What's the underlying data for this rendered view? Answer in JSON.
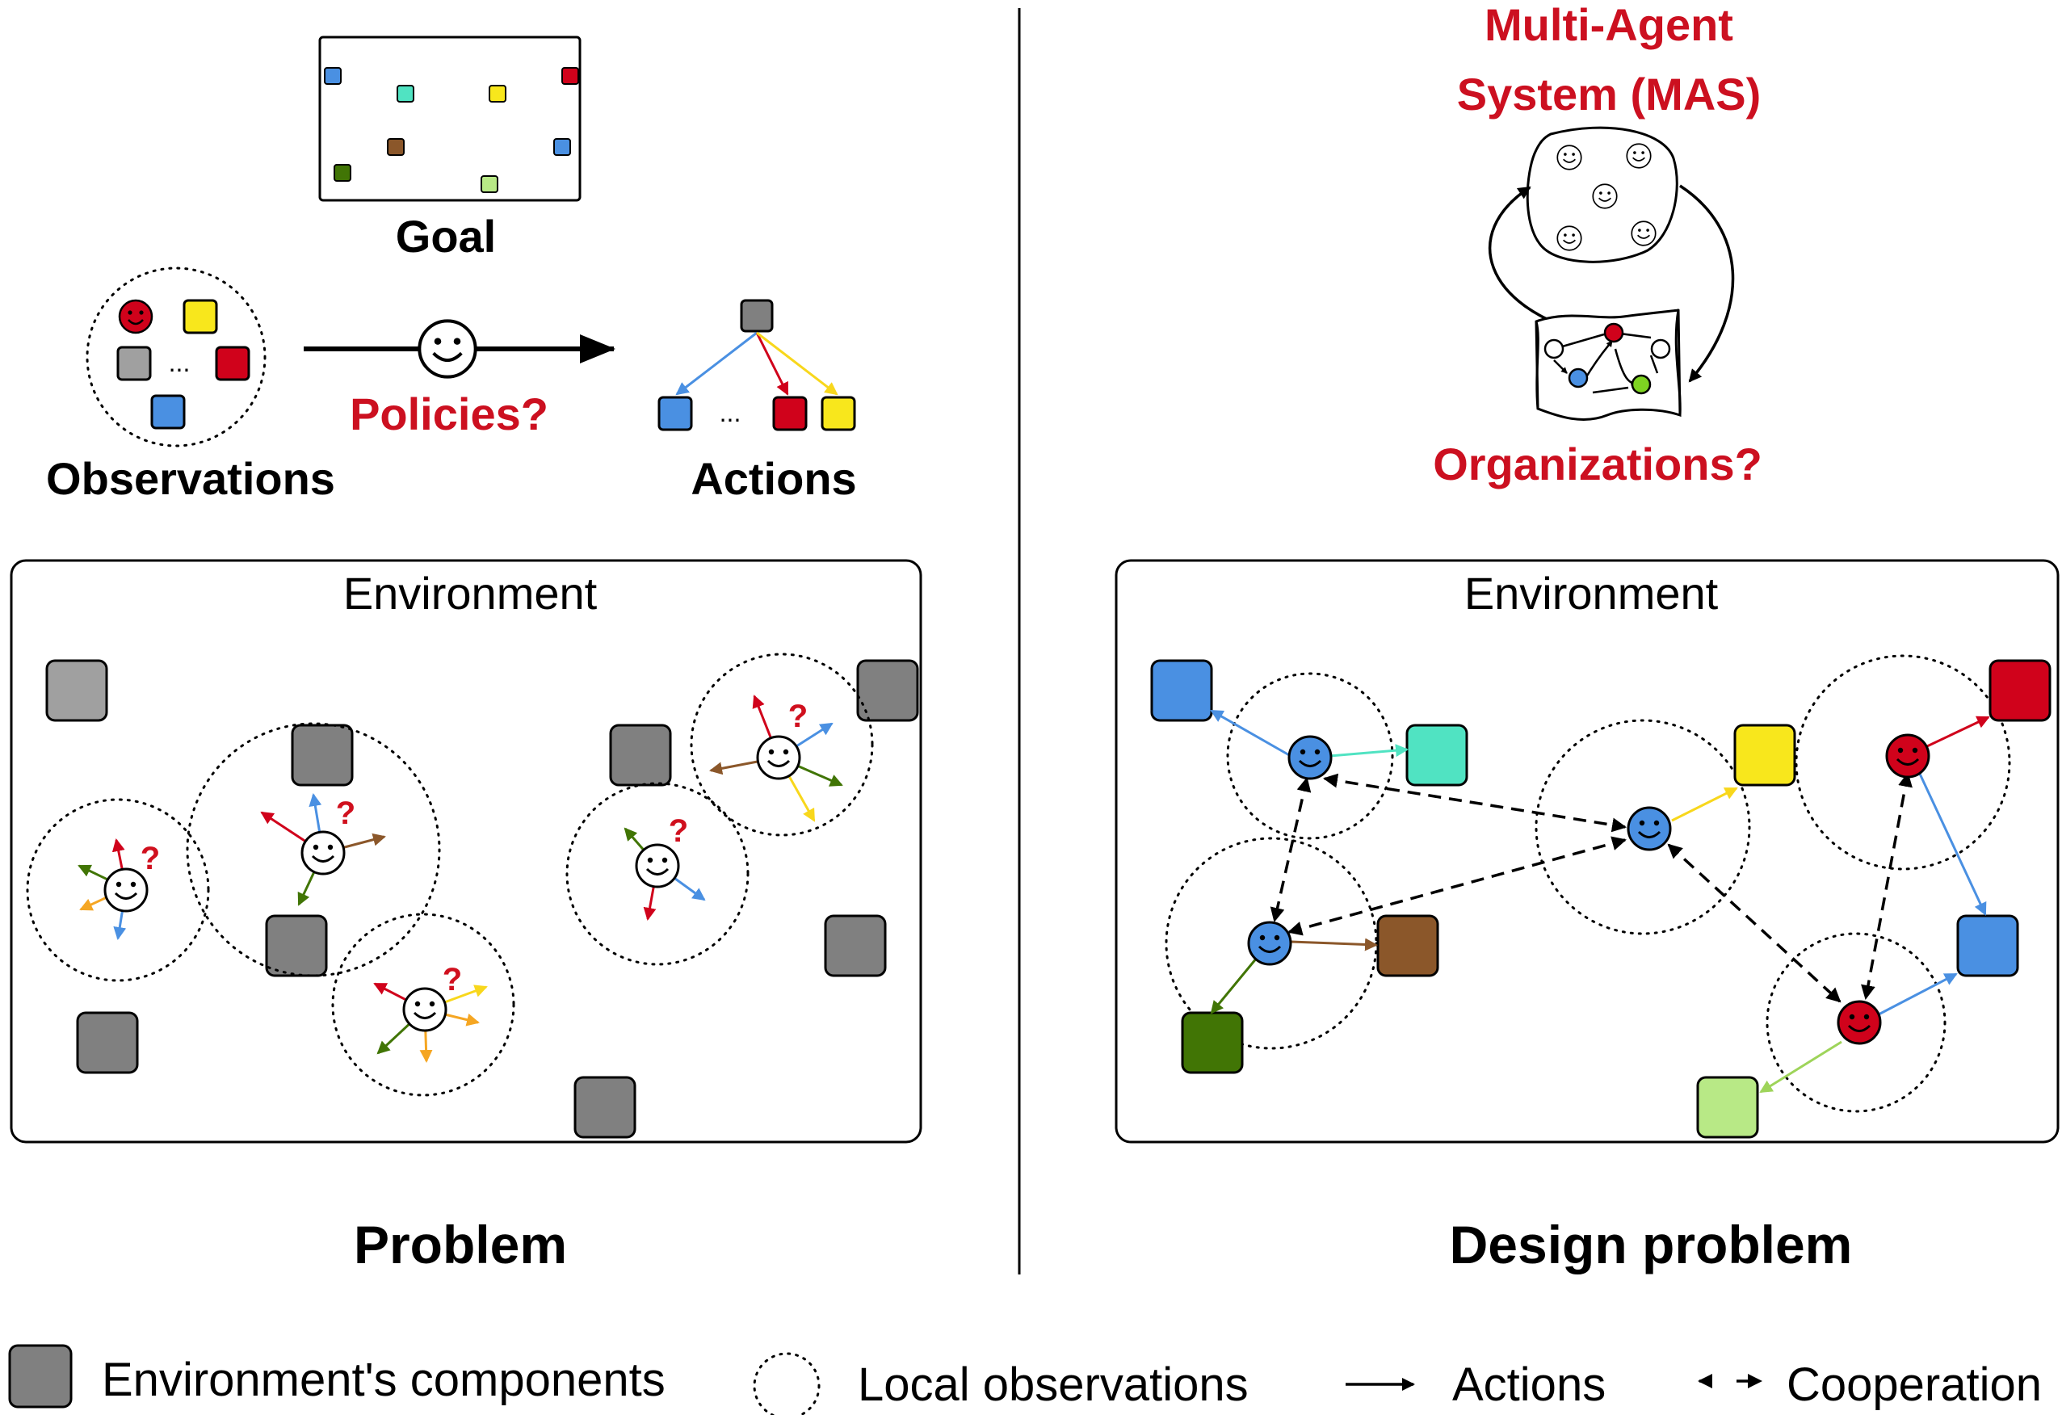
{
  "left": {
    "goal_label": "Goal",
    "observations_label": "Observations",
    "policies_label": "Policies?",
    "actions_label": "Actions",
    "ellipsis": "...",
    "environment_label": "Environment",
    "caption": "Problem",
    "question_mark": "?"
  },
  "right": {
    "mas_title_line1": "Multi-Agent",
    "mas_title_line2": "System (MAS)",
    "organizations_label": "Organizations?",
    "environment_label": "Environment",
    "caption": "Design problem"
  },
  "legend": {
    "components": "Environment's components",
    "local_observations": "Local observations",
    "actions": "Actions",
    "cooperation": "Cooperation"
  },
  "colors": {
    "blue": "#4a90e2",
    "red": "#d0021b",
    "yellow": "#f8e71c",
    "gray": "#808080",
    "light_gray": "#a0a0a0",
    "teal": "#50e3c2",
    "brown": "#8b572a",
    "dark_green": "#417505",
    "light_green": "#b8e986",
    "orange": "#f5a623",
    "title_red": "#cc1020"
  },
  "icons": [
    "smiley-agent-icon",
    "environment-component-icon",
    "dotted-circle-icon",
    "action-arrow-icon",
    "cooperation-arrow-icon"
  ]
}
